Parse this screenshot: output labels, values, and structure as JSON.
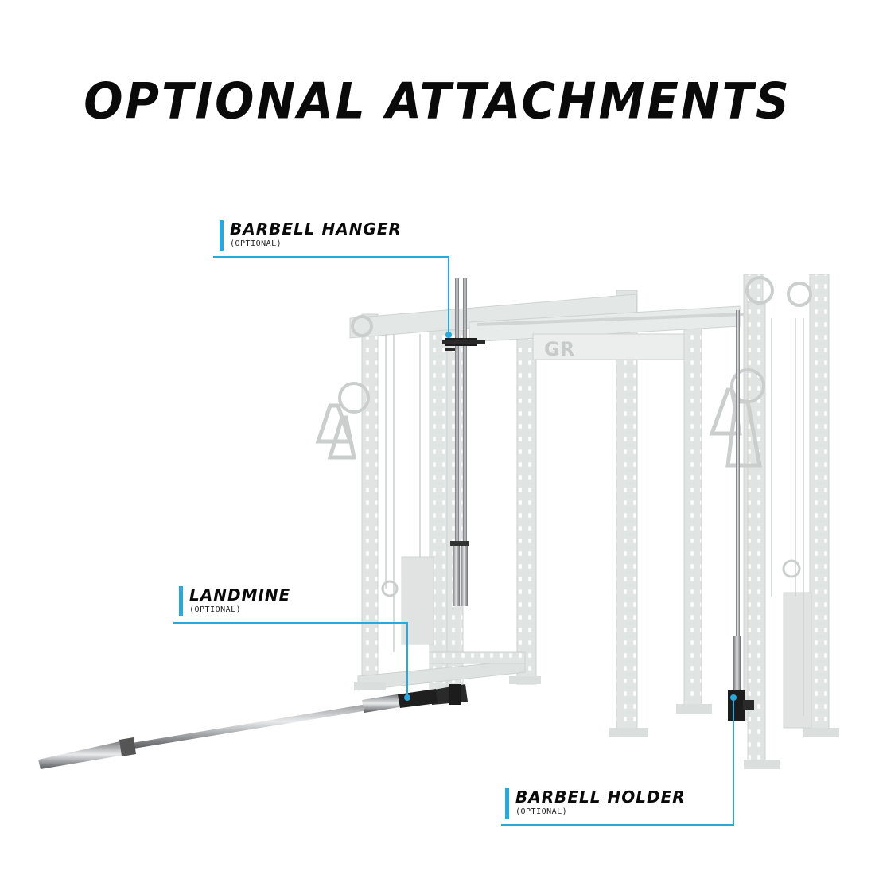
{
  "title": "OPTIONAL ATTACHMENTS",
  "accent_color": "#2aa8dc",
  "frame_color": "#d8dcdb",
  "callouts": [
    {
      "name": "BARBELL HANGER",
      "note": "(OPTIONAL)"
    },
    {
      "name": "LANDMINE",
      "note": "(OPTIONAL)"
    },
    {
      "name": "BARBELL HOLDER",
      "note": "(OPTIONAL)"
    }
  ],
  "logo_text": "GR"
}
